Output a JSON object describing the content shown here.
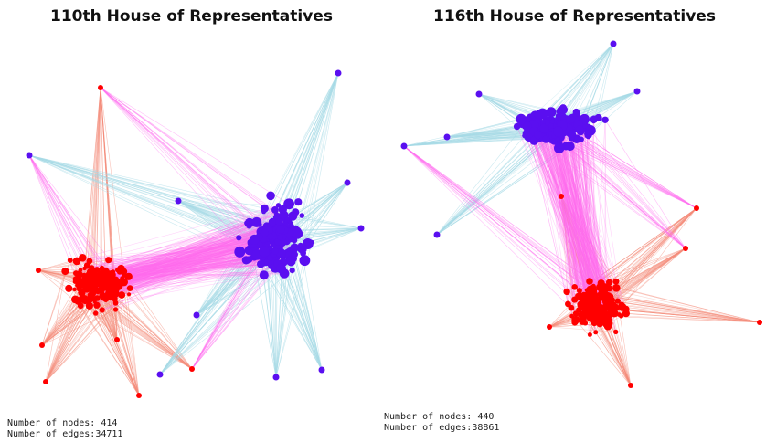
{
  "colors": {
    "republican": "#ff0000",
    "democrat": "#5a0ff0",
    "rep_edge": "#f48a78",
    "dem_edge": "#a7dbe6",
    "cross_edge": "#ff6ef0"
  },
  "panels": [
    {
      "title": "110th House of Representatives",
      "nodes_line": "Number of nodes: 414",
      "edges_line": "Number of edges:34711",
      "node_count": 414,
      "edge_count": 34711
    },
    {
      "title": "116th House of Representatives",
      "nodes_line": "Number of nodes: 440",
      "edges_line": "Number of edges:38861",
      "node_count": 440,
      "edge_count": 38861
    }
  ]
}
